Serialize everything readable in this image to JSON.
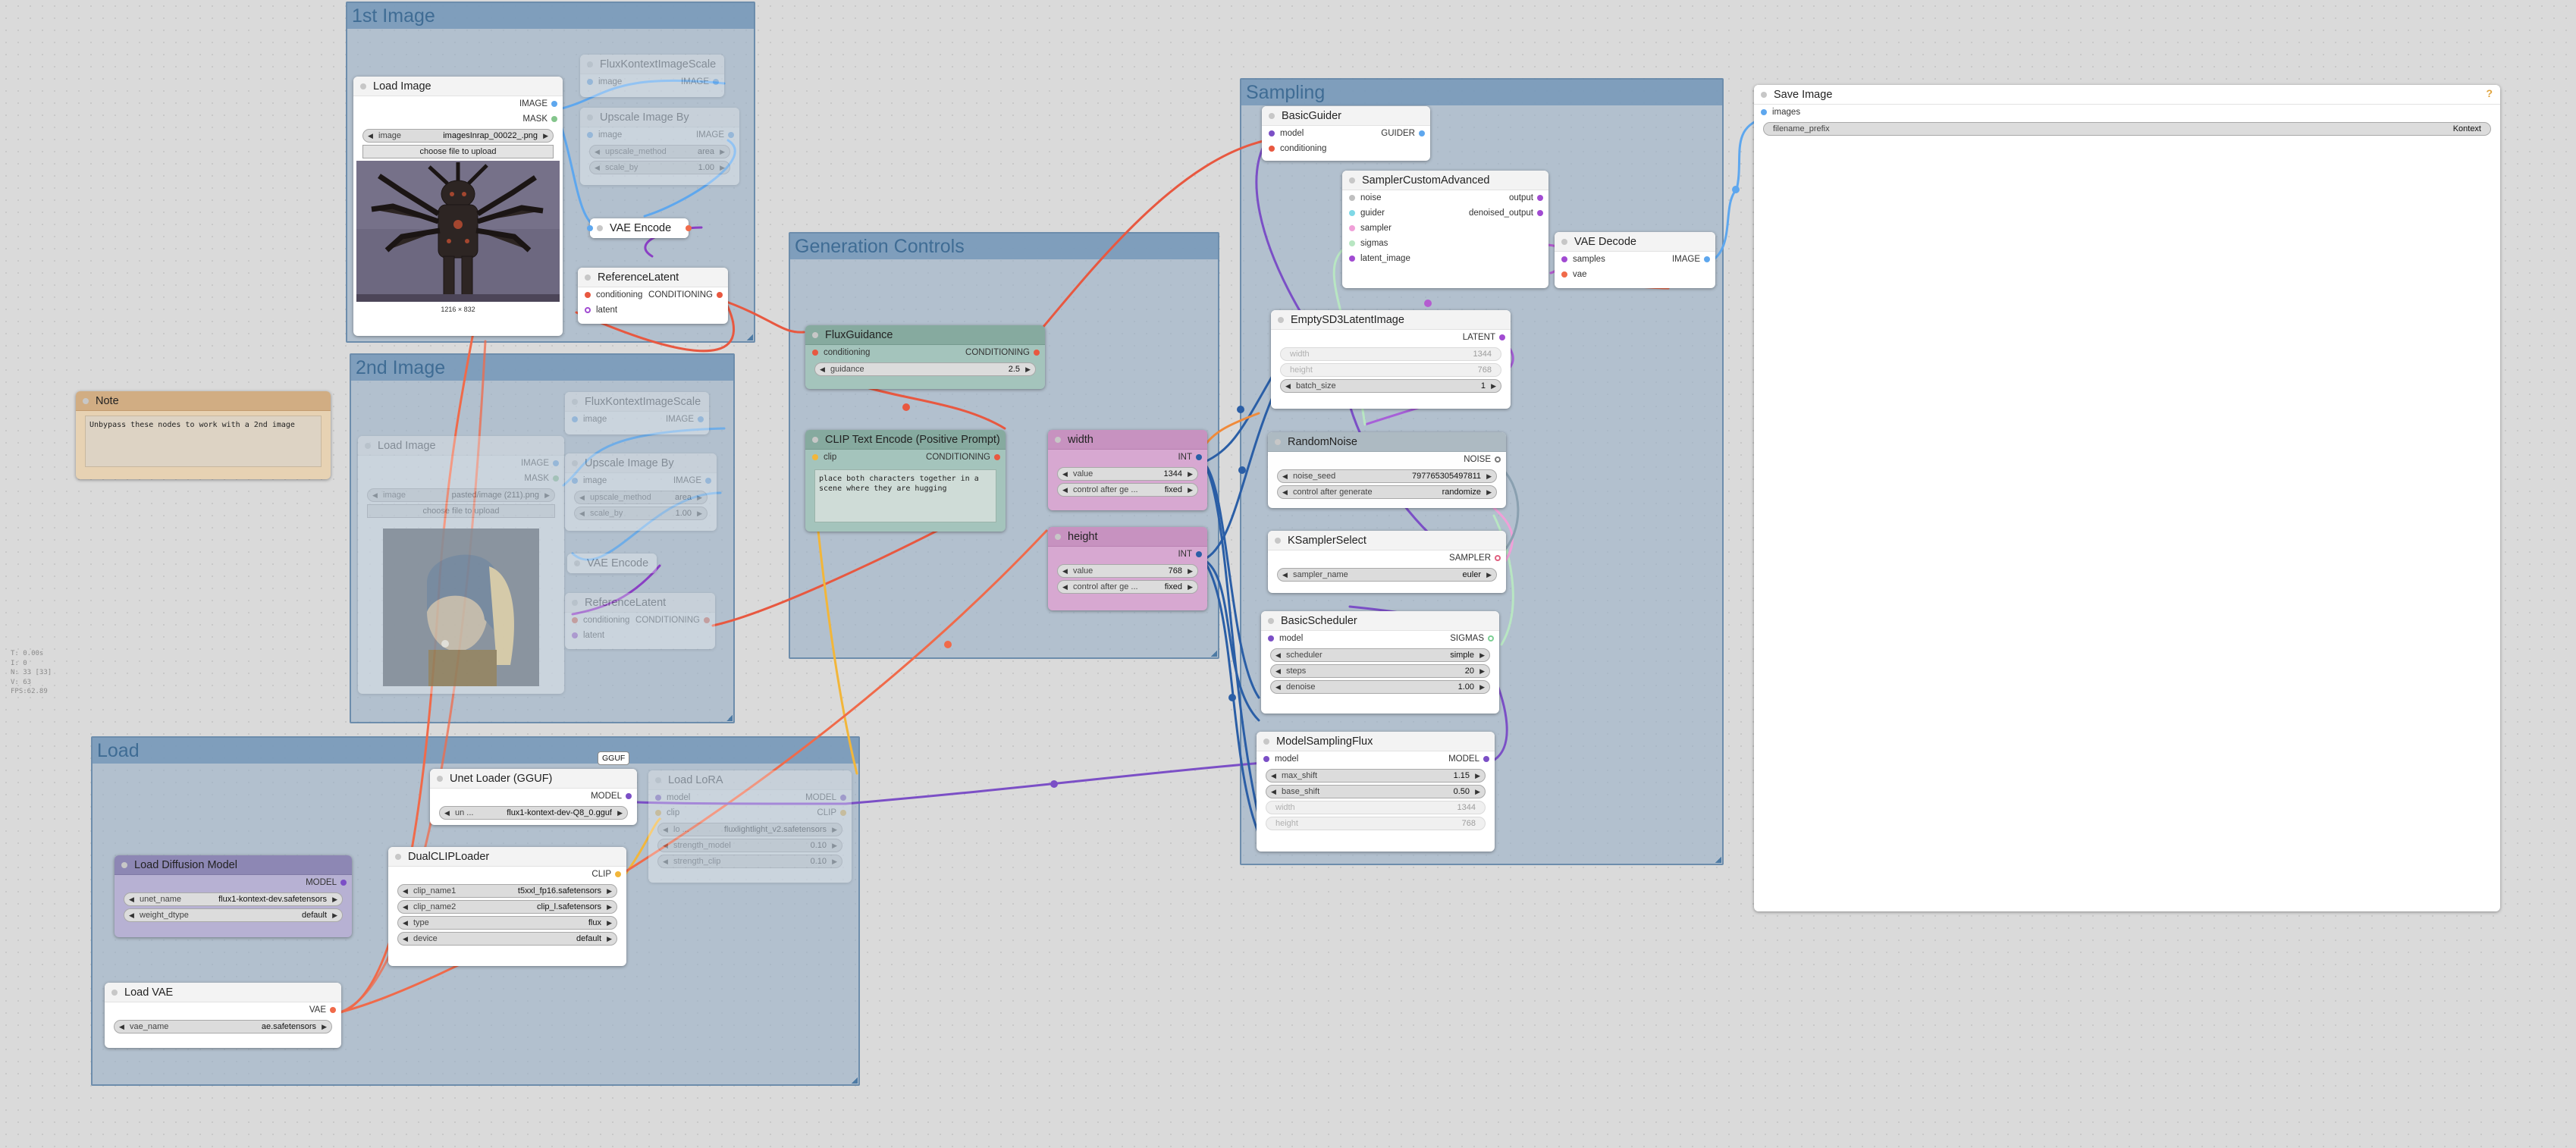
{
  "stats": [
    "T: 0.00s",
    "I: 0",
    "N: 33 [33]",
    "V: 63",
    "FPS:62.89"
  ],
  "groups": {
    "first_image": "1st Image",
    "second_image": "2nd Image",
    "generation_controls": "Generation Controls",
    "load": "Load",
    "sampling": "Sampling"
  },
  "colors": {
    "model": "#7b4fc6",
    "clip": "#f2b63a",
    "vae": "#f06a4a",
    "conditioning": "#f08a3a",
    "latent": "#f0a0d8",
    "image": "#5ea7ee",
    "sigmas": "#b8e6c2",
    "mask": "#84c58c",
    "int": "#2a5ea6",
    "group_border": "#567ca0"
  },
  "nodes": {
    "load_image": {
      "title": "Load Image",
      "out_image": "IMAGE",
      "out_mask": "MASK",
      "image_label": "image",
      "image_value": "imagesInrap_00022_.png",
      "upload_button": "choose file to upload",
      "caption": "1216 × 832"
    },
    "flux_kontext_scale_1": {
      "title": "FluxKontextImageScale",
      "in_image": "image",
      "out_image": "IMAGE"
    },
    "upscale_by_1": {
      "title": "Upscale Image By",
      "in_image": "image",
      "out_image": "IMAGE",
      "w1_label": "upscale_method",
      "w1_value": "area",
      "w2_label": "scale_by",
      "w2_value": "1.00"
    },
    "vae_encode_1": {
      "title": "VAE Encode"
    },
    "reference_latent_1": {
      "title": "ReferenceLatent",
      "in_conditioning": "conditioning",
      "in_latent": "latent",
      "out_conditioning": "CONDITIONING"
    },
    "note": {
      "title": "Note",
      "text": "Unbypass these nodes to work with a 2nd image"
    },
    "load_image_2": {
      "title": "Load Image",
      "out_image": "IMAGE",
      "out_mask": "MASK",
      "image_label": "image",
      "image_value": "pasted/image (211).png",
      "upload_button": "choose file to upload"
    },
    "flux_kontext_scale_2": {
      "title": "FluxKontextImageScale",
      "in_image": "image",
      "out_image": "IMAGE"
    },
    "upscale_by_2": {
      "title": "Upscale Image By",
      "in_image": "image",
      "out_image": "IMAGE",
      "w1_label": "upscale_method",
      "w1_value": "area",
      "w2_label": "scale_by",
      "w2_value": "1.00"
    },
    "vae_encode_2": {
      "title": "VAE Encode"
    },
    "reference_latent_2": {
      "title": "ReferenceLatent",
      "in_conditioning": "conditioning",
      "in_latent": "latent",
      "out_conditioning": "CONDITIONING"
    },
    "flux_guidance": {
      "title": "FluxGuidance",
      "in_conditioning": "conditioning",
      "out_conditioning": "CONDITIONING",
      "w_label": "guidance",
      "w_value": "2.5"
    },
    "clip_text_encode": {
      "title": "CLIP Text Encode (Positive Prompt)",
      "in_clip": "clip",
      "out_conditioning": "CONDITIONING",
      "text": "place both characters together in a scene where they are hugging"
    },
    "width": {
      "title": "width",
      "out_int": "INT",
      "w1_label": "value",
      "w1_value": "1344",
      "w2_label": "control after ge ...",
      "w2_value": "fixed"
    },
    "height": {
      "title": "height",
      "out_int": "INT",
      "w1_label": "value",
      "w1_value": "768",
      "w2_label": "control after ge ...",
      "w2_value": "fixed"
    },
    "unet_loader": {
      "title": "Unet Loader (GGUF)",
      "badge": "GGUF",
      "out_model": "MODEL",
      "w_label": "un ...",
      "w_value": "flux1-kontext-dev-Q8_0.gguf"
    },
    "load_lora": {
      "title": "Load LoRA",
      "in_model": "model",
      "in_clip": "clip",
      "out_model": "MODEL",
      "out_clip": "CLIP",
      "w1_label": "lo ...",
      "w1_value": "fluxlightlight_v2.safetensors",
      "w2_label": "strength_model",
      "w2_value": "0.10",
      "w3_label": "strength_clip",
      "w3_value": "0.10"
    },
    "load_diffusion_model": {
      "title": "Load Diffusion Model",
      "out_model": "MODEL",
      "w1_label": "unet_name",
      "w1_value": "flux1-kontext-dev.safetensors",
      "w2_label": "weight_dtype",
      "w2_value": "default"
    },
    "dual_clip_loader": {
      "title": "DualCLIPLoader",
      "out_clip": "CLIP",
      "w1_label": "clip_name1",
      "w1_value": "t5xxl_fp16.safetensors",
      "w2_label": "clip_name2",
      "w2_value": "clip_l.safetensors",
      "w3_label": "type",
      "w3_value": "flux",
      "w4_label": "device",
      "w4_value": "default"
    },
    "load_vae": {
      "title": "Load VAE",
      "out_vae": "VAE",
      "w_label": "vae_name",
      "w_value": "ae.safetensors"
    },
    "basic_guider": {
      "title": "BasicGuider",
      "in_model": "model",
      "in_conditioning": "conditioning",
      "out_guider": "GUIDER"
    },
    "sampler_custom_advanced": {
      "title": "SamplerCustomAdvanced",
      "in_noise": "noise",
      "in_guider": "guider",
      "in_sampler": "sampler",
      "in_sigmas": "sigmas",
      "in_latent": "latent_image",
      "out_output": "output",
      "out_denoised": "denoised_output"
    },
    "vae_decode": {
      "title": "VAE Decode",
      "in_samples": "samples",
      "in_vae": "vae",
      "out_image": "IMAGE"
    },
    "empty_sd3_latent": {
      "title": "EmptySD3LatentImage",
      "out_latent": "LATENT",
      "w1_label": "width",
      "w1_value": "1344",
      "w2_label": "height",
      "w2_value": "768",
      "w3_label": "batch_size",
      "w3_value": "1"
    },
    "random_noise": {
      "title": "RandomNoise",
      "out_noise": "NOISE",
      "w1_label": "noise_seed",
      "w1_value": "797765305497811",
      "w2_label": "control after generate",
      "w2_value": "randomize"
    },
    "ksampler_select": {
      "title": "KSamplerSelect",
      "out_sampler": "SAMPLER",
      "w_label": "sampler_name",
      "w_value": "euler"
    },
    "basic_scheduler": {
      "title": "BasicScheduler",
      "in_model": "model",
      "out_sigmas": "SIGMAS",
      "w1_label": "scheduler",
      "w1_value": "simple",
      "w2_label": "steps",
      "w2_value": "20",
      "w3_label": "denoise",
      "w3_value": "1.00"
    },
    "model_sampling_flux": {
      "title": "ModelSamplingFlux",
      "in_model": "model",
      "out_model": "MODEL",
      "w1_label": "max_shift",
      "w1_value": "1.15",
      "w2_label": "base_shift",
      "w2_value": "0.50",
      "w3_label": "width",
      "w3_value": "1344",
      "w4_label": "height",
      "w4_value": "768"
    },
    "save_image": {
      "title": "Save Image",
      "help": "?",
      "in_images": "images",
      "w_label": "filename_prefix",
      "w_value": "Kontext"
    }
  }
}
